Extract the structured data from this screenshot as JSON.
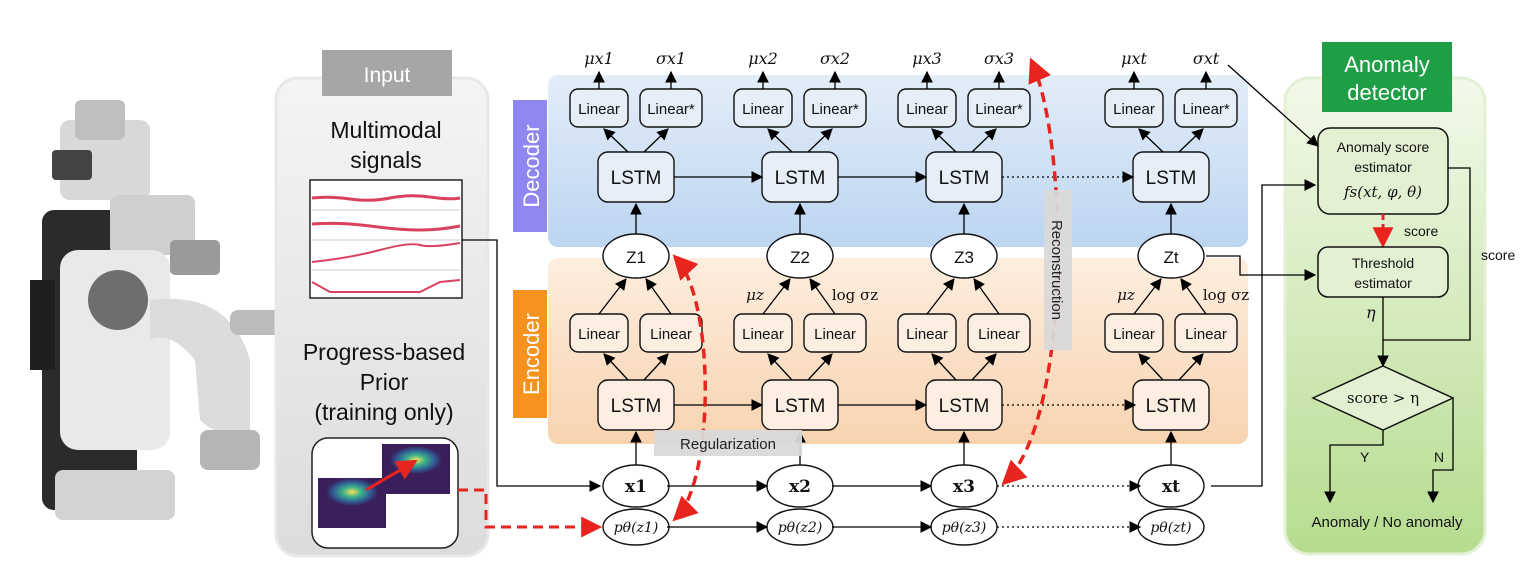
{
  "input_panel": {
    "title": "Input",
    "signals_label_line1": "Multimodal",
    "signals_label_line2": "signals",
    "prior_label_line1": "Progress-based",
    "prior_label_line2": "Prior",
    "prior_label_line3": "(training only)"
  },
  "decoder": {
    "label": "Decoder",
    "linear_label": "Linear",
    "linear_star_label": "Linear*",
    "lstm_label": "LSTM",
    "mu_labels": [
      "μx1",
      "μx2",
      "μx3",
      "μxt"
    ],
    "sigma_labels": [
      "σx1",
      "σx2",
      "σx3",
      "σxt"
    ]
  },
  "encoder": {
    "label": "Encoder",
    "linear_label": "Linear",
    "lstm_label": "LSTM",
    "mu_z_label": "μz",
    "log_sigma_z_label": "log σz"
  },
  "latents": [
    "Z1",
    "Z2",
    "Z3",
    "Zt"
  ],
  "inputs": [
    "x1",
    "x2",
    "x3",
    "xt"
  ],
  "priors": [
    "pθ(z1)",
    "pθ(z2)",
    "pθ(z3)",
    "pθ(zt)"
  ],
  "annotations": {
    "regularization": "Regularization",
    "reconstruction": "Reconstruction"
  },
  "detector": {
    "title_line1": "Anomaly",
    "title_line2": "detector",
    "score_estimator_line1": "Anomaly score",
    "score_estimator_line2": "estimator",
    "score_function": "fs(xt, φ, θ)",
    "score_label": "score",
    "score_side_label": "score",
    "threshold_line1": "Threshold",
    "threshold_line2": "estimator",
    "eta_label": "η",
    "decision_label": "score > η",
    "yes_label": "Y",
    "no_label": "N",
    "output_label": "Anomaly / No anomaly"
  },
  "colors": {
    "decoder_bg": "#cfe1f5",
    "encoder_bg": "#fbe1c8",
    "decoder_tag": "#8f86f0",
    "encoder_tag": "#f5931e",
    "detector_tag": "#1e9e45",
    "detector_bg": "#cde8b0",
    "input_tag": "#a6a6a6",
    "red_arrow": "#e8241f"
  }
}
